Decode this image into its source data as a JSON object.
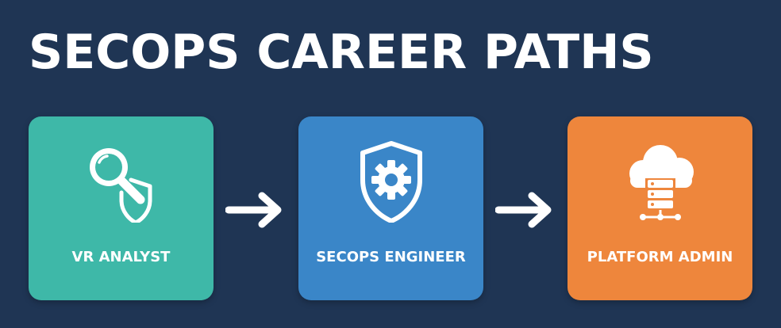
{
  "title": "SECOPS CAREER PATHS",
  "colors": {
    "background": "#1f3554",
    "card_1": "#3eb8a8",
    "card_2": "#3a86c8",
    "card_3": "#ee863c",
    "text": "#ffffff"
  },
  "cards": [
    {
      "label": "VR ANALYST",
      "icon": "magnifier-shield-icon"
    },
    {
      "label": "SECOPS ENGINEER",
      "icon": "shield-gear-icon"
    },
    {
      "label": "PLATFORM ADMIN",
      "icon": "cloud-server-icon"
    }
  ],
  "connectors": [
    {
      "icon": "arrow-right-icon"
    },
    {
      "icon": "arrow-right-icon"
    }
  ]
}
